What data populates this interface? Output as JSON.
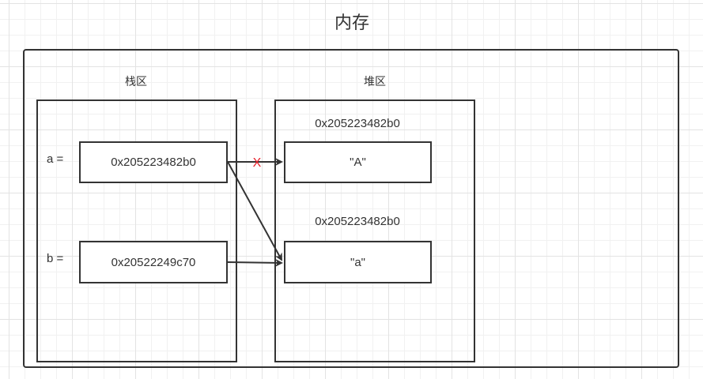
{
  "diagram": {
    "title": "内存",
    "stack": {
      "label": "栈区",
      "vars": [
        {
          "name": "a =",
          "value": "0x205223482b0"
        },
        {
          "name": "b =",
          "value": "0x20522249c70"
        }
      ]
    },
    "heap": {
      "label": "堆区",
      "objects": [
        {
          "address": "0x205223482b0",
          "value": "\"A\""
        },
        {
          "address": "0x205223482b0",
          "value": "\"a\""
        }
      ]
    },
    "broken_link_mark": "X"
  },
  "colors": {
    "stroke": "#333333",
    "cross": "#e8202a",
    "grid": "#e3e3e3"
  }
}
